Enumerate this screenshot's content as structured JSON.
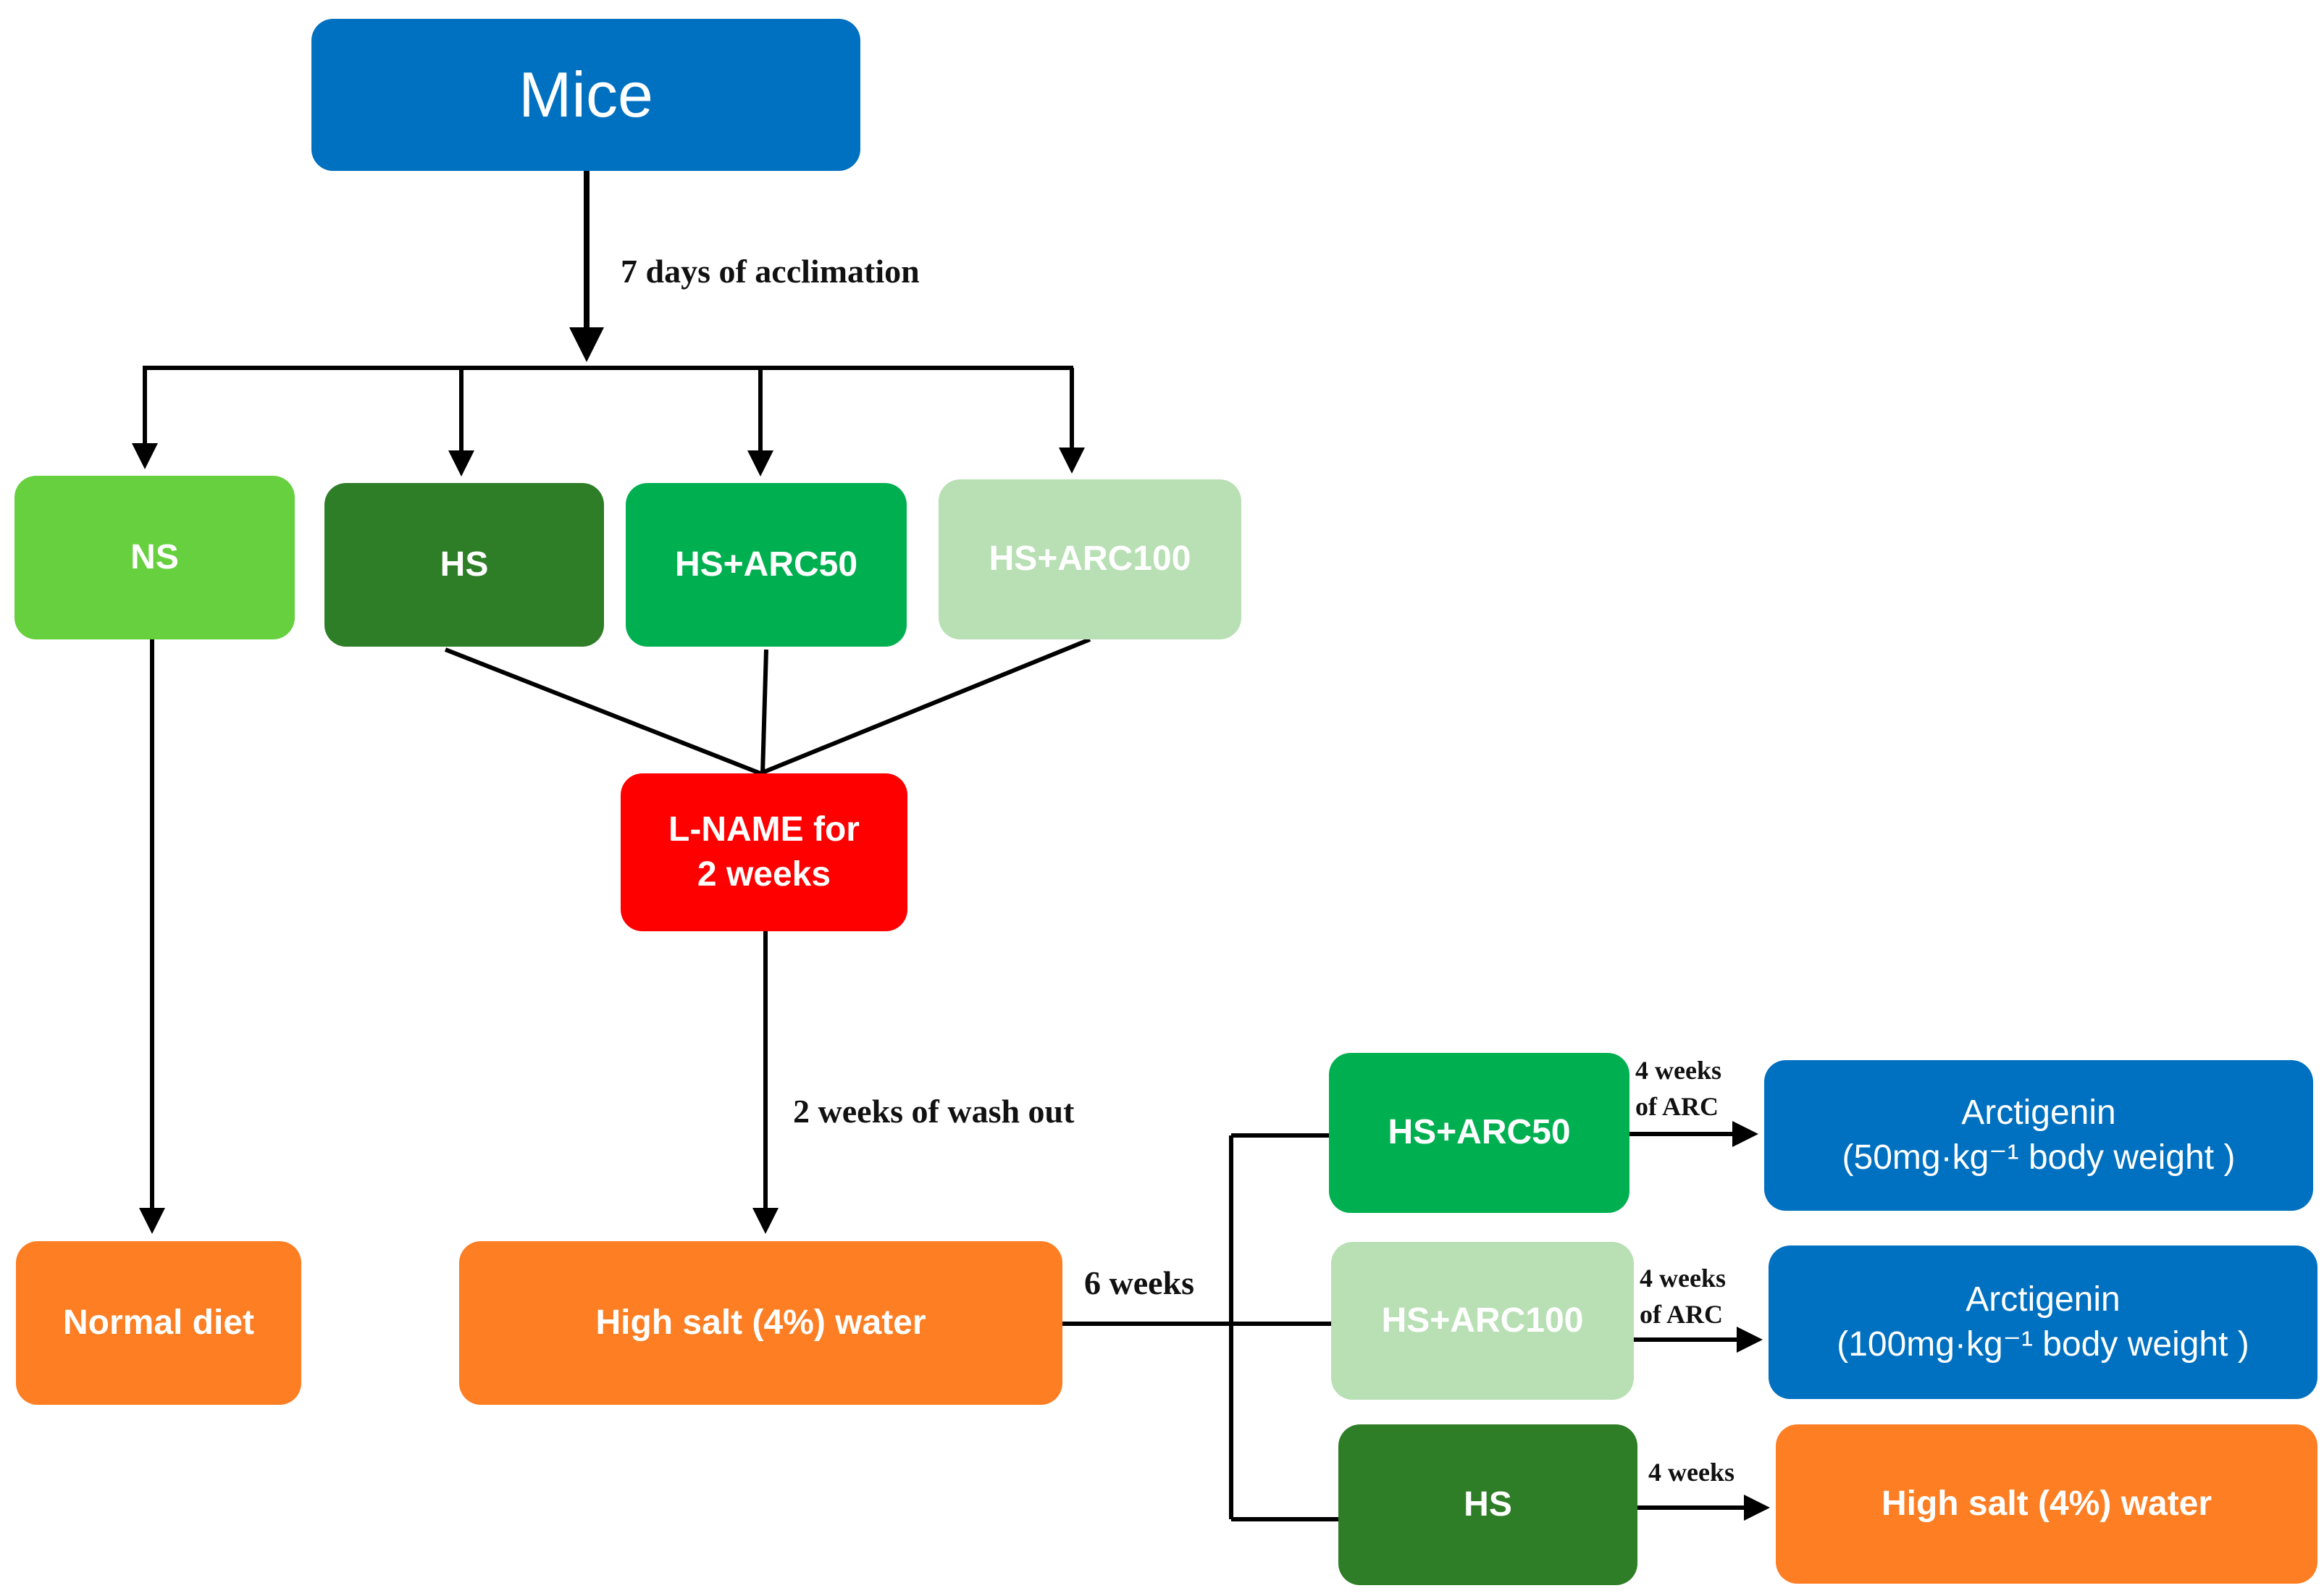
{
  "colors": {
    "blue": "#0070c0",
    "light_green": "#66d03f",
    "dark_green": "#2e7d27",
    "green": "#00b050",
    "pale_green": "#b8e0b4",
    "red": "#ff0000",
    "orange": "#fd7e23"
  },
  "nodes": {
    "mice": "Mice",
    "ns": "NS",
    "hs": "HS",
    "hs_arc50": "HS+ARC50",
    "hs_arc100": "HS+ARC100",
    "lname_line1": "L-NAME for",
    "lname_line2": "2 weeks",
    "normal_diet": "Normal diet",
    "high_salt_water": "High salt (4%) water",
    "arm_hs_arc50": "HS+ARC50",
    "arm_hs_arc100": "HS+ARC100",
    "arm_hs": "HS",
    "arctigenin50_line1": "Arctigenin",
    "arctigenin50_line2": "(50mg·kg⁻¹ body weight )",
    "arctigenin100_line1": "Arctigenin",
    "arctigenin100_line2": "(100mg·kg⁻¹ body weight )",
    "final_high_salt_water": "High salt (4%) water"
  },
  "labels": {
    "acclimation": "7 days of acclimation",
    "wash_out": "2 weeks of wash out",
    "six_weeks": "6 weeks",
    "arc50_duration_line1": "4 weeks",
    "arc50_duration_line2": "of ARC",
    "arc100_duration_line1": "4 weeks",
    "arc100_duration_line2": "of ARC",
    "hs_duration": "4 weeks"
  }
}
